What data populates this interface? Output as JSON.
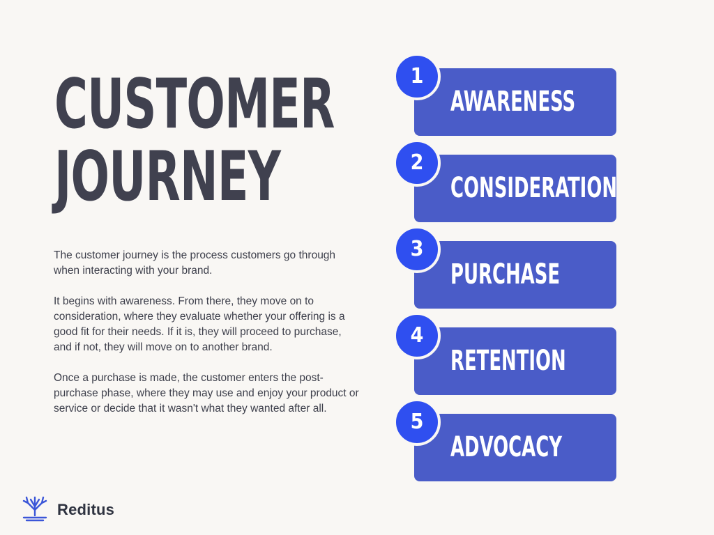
{
  "title": {
    "line1": "CUSTOMER",
    "line2": "JOURNEY"
  },
  "description": {
    "p1": "The customer journey is the process customers go through when interacting with your brand.",
    "p2": "It begins with awareness. From there, they move on to consideration, where they evaluate whether your offering is a good fit for their needs. If it is, they will proceed to purchase, and if not, they will move on to another brand.",
    "p3": "Once a purchase is made, the customer enters the post-purchase phase, where they may use and enjoy your product or service or decide that it wasn't what they wanted after all."
  },
  "steps": [
    {
      "number": "1",
      "label": "AWARENESS"
    },
    {
      "number": "2",
      "label": "CONSIDERATION"
    },
    {
      "number": "3",
      "label": "PURCHASE"
    },
    {
      "number": "4",
      "label": "RETENTION"
    },
    {
      "number": "5",
      "label": "ADVOCACY"
    }
  ],
  "brand": {
    "name": "Reditus",
    "icon": "tree-logo-icon"
  },
  "colors": {
    "background": "#f9f7f4",
    "title": "#40414f",
    "step_box": "#4a5cc8",
    "step_circle": "#2f4ff0"
  }
}
